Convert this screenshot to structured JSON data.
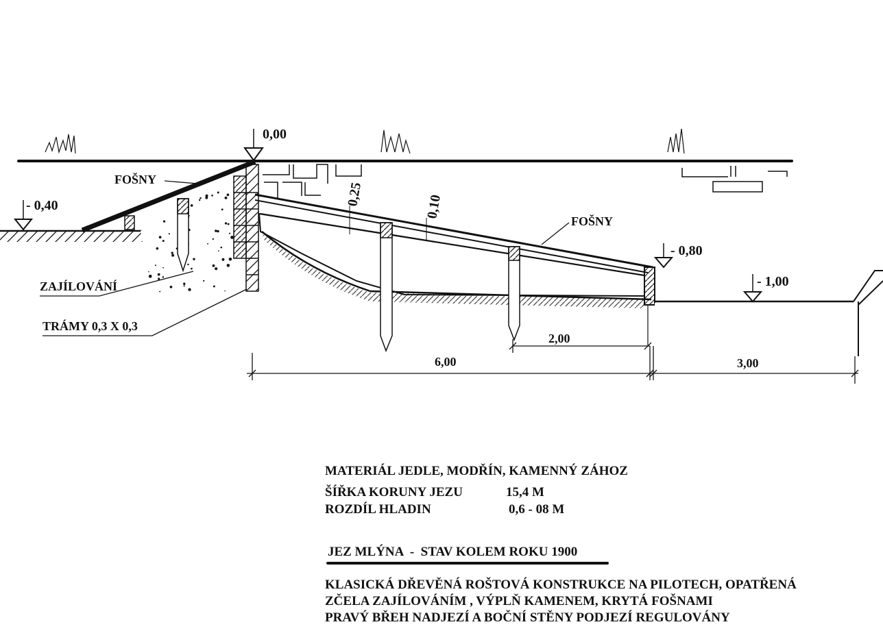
{
  "drawing": {
    "levels": {
      "crest": "0,00",
      "upstream": "- 0,40",
      "downstream_end": "- 0,80",
      "riverbed": "- 1,00"
    },
    "labels": {
      "planks_left": "FOŠNY",
      "planks_right": "FOŠNY",
      "clay": "ZAJÍLOVÁNÍ",
      "beams": "TRÁMY 0,3 X 0,3"
    },
    "thickness": {
      "a": "0,25",
      "b": "0,10"
    },
    "dimensions": {
      "total": "6,00",
      "pile_spacing": "2,00",
      "riprap": "3,00"
    }
  },
  "notes": {
    "material": "MATERIÁL JEDLE, MODŘÍN, KAMENNÝ ZÁHOZ",
    "crest_width_label": "ŠÍŘKA KORUNY JEZU",
    "crest_width_value": "15,4 M",
    "level_diff_label": "ROZDÍL HLADIN",
    "level_diff_value": "0,6 - 08 M",
    "title": "JEZ MLÝNA  -  STAV KOLEM ROKU 1900",
    "description": [
      "KLASICKÁ DŘEVĚNÁ ROŠTOVÁ KONSTRUKCE NA PILOTECH,  OPATŘENÁ",
      "ZČELA ZAJÍLOVÁNÍM , VÝPLŇ KAMENEM,  KRYTÁ FOŠNAMI",
      "PRAVÝ BŘEH NADJEZÍ A BOČNÍ STĚNY PODJEZÍ REGULOVÁNY"
    ]
  }
}
